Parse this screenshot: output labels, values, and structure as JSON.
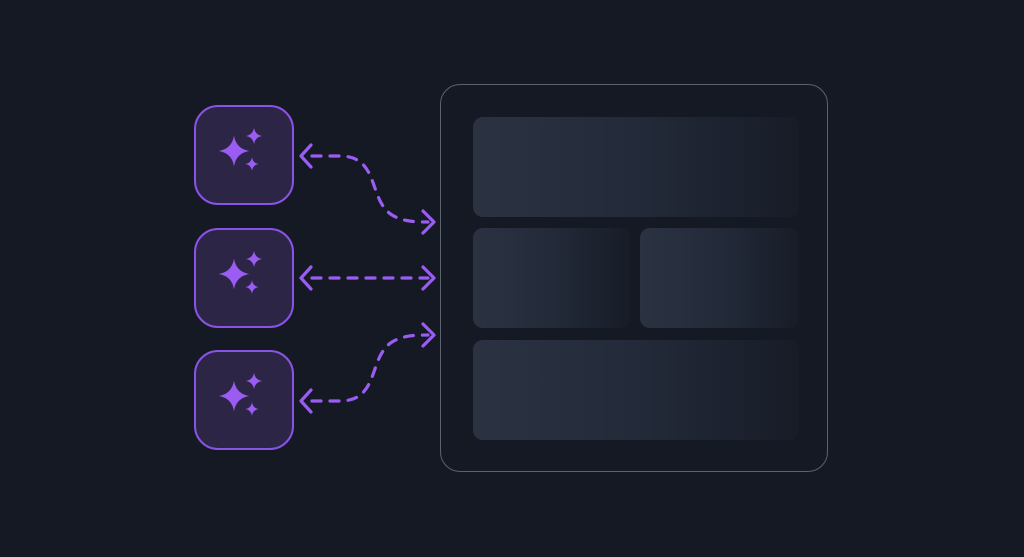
{
  "diagram": {
    "accent_color": "#9a5cf2",
    "tile_border_color": "#8b52e8",
    "tile_fill_color": "#2c2545",
    "background_color": "#151923",
    "frame_border_color": "#5b616e",
    "block_color": "#2b3242",
    "agents": [
      {
        "icon": "sparkles-icon"
      },
      {
        "icon": "sparkles-icon"
      },
      {
        "icon": "sparkles-icon"
      }
    ],
    "connectors": [
      {
        "style": "dashed",
        "direction": "bidirectional"
      },
      {
        "style": "dashed",
        "direction": "bidirectional"
      },
      {
        "style": "dashed",
        "direction": "bidirectional"
      }
    ],
    "layout_blocks": [
      "header",
      "left-panel",
      "right-panel",
      "footer"
    ]
  }
}
